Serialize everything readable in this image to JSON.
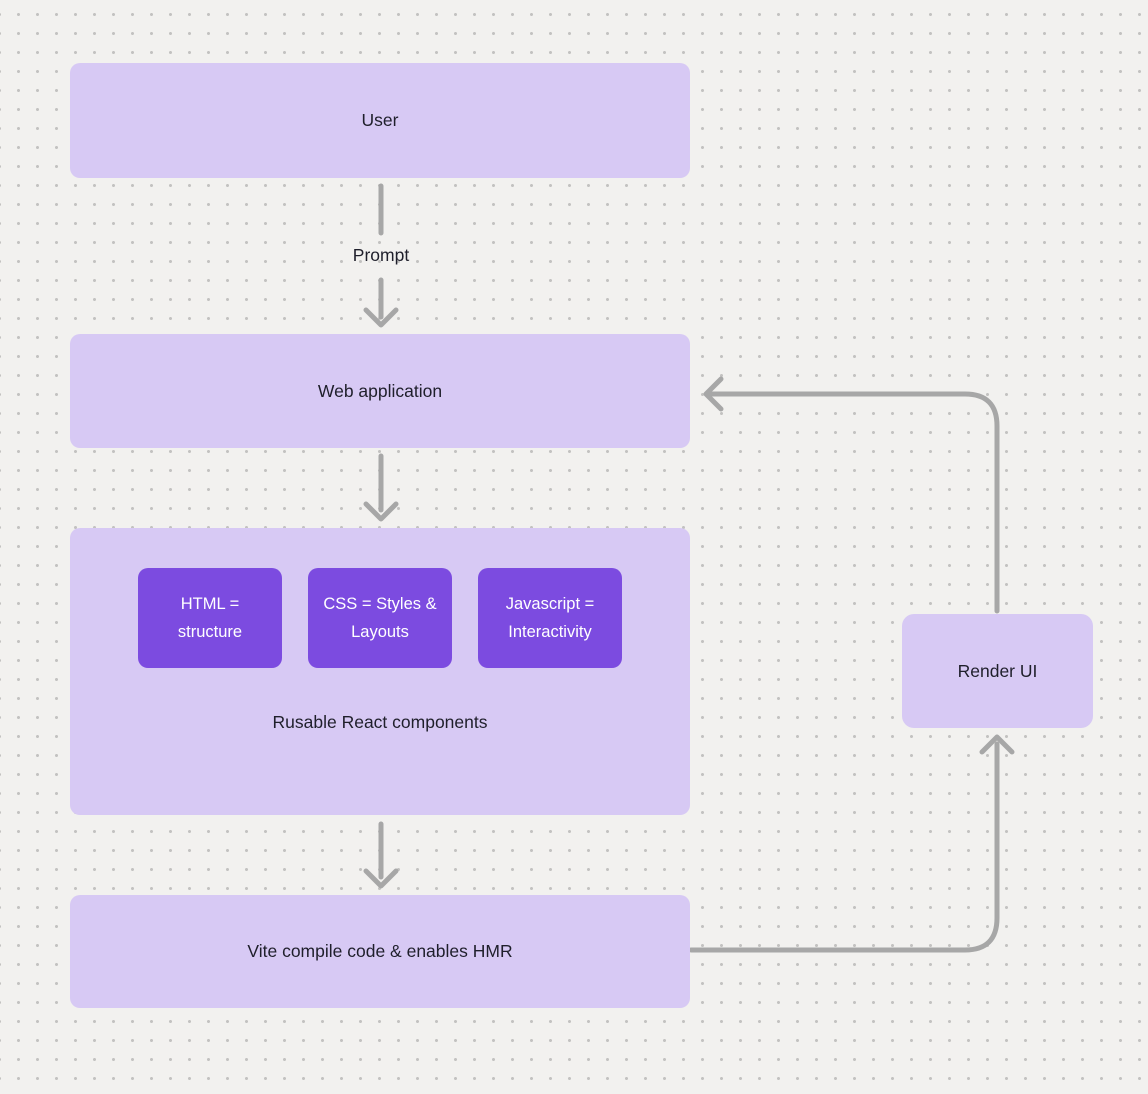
{
  "colors": {
    "background": "#f2f1ef",
    "node-fill": "#d7c9f4",
    "accent-fill": "#7c4be0",
    "accent-text": "#ffffff",
    "text": "#1f1f2b",
    "arrow": "#a7a7a7",
    "dot": "#c3c2c1"
  },
  "diagram": {
    "nodes": {
      "user": "User",
      "web_application": "Web application",
      "components_caption": "Rusable React components",
      "chips": [
        "HTML = structure",
        "CSS = Styles & Layouts",
        "Javascript = Interactivity"
      ],
      "vite": "Vite compile code & enables HMR",
      "render_ui": "Render UI"
    },
    "edges": {
      "prompt_label": "Prompt"
    }
  }
}
